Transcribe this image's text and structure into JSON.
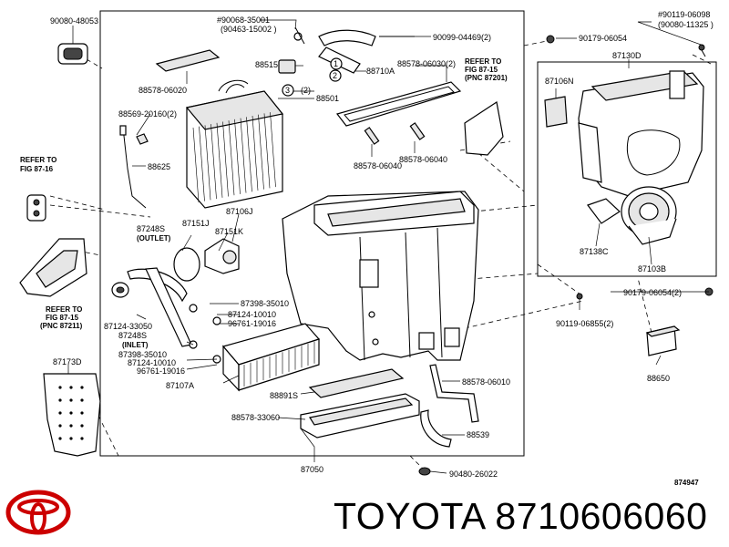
{
  "brand_text": "TOYOTA 8710606060",
  "logo": {
    "name": "toyota-logo",
    "color": "#cc0000",
    "icon": "toyota-emblem-icon"
  },
  "diagram_id": "874947",
  "callouts": {
    "p1": "90080-48053",
    "p2": "#90068-35001",
    "p3": "(90463-15002 )",
    "p4": "90099-04469(2)",
    "p5": "#90119-06098",
    "p6": "(90080-11325 )",
    "p7": "90179-06054",
    "p8": "88515",
    "p9": "88710A",
    "p10": "88578-06030(2)",
    "p11": "(2)",
    "p12": "88501",
    "p13": "88578-06020",
    "p14": "REFER TO",
    "p15": "FIG 87-15",
    "p16": "(PNC 87201)",
    "p17": "87130D",
    "p18": "87106N",
    "p19": "88569-20160(2)",
    "p20": "88625",
    "p21": "88578-06040",
    "p22": "88578-06040",
    "p23": "REFER TO",
    "p24": "FIG 87-16",
    "p25": "87248S",
    "p26": "(OUTLET)",
    "p27": "87151J",
    "p28": "87106J",
    "p29": "87151K",
    "p30": "87138C",
    "p31": "87103B",
    "p32": "REFER TO",
    "p33": "FIG 87-15",
    "p34": "(PNC 87211)",
    "p35": "87398-35010",
    "p36": "87124-10010",
    "p37": "96761-19016",
    "p38": "90179-06054(2)",
    "p39": "90119-06855(2)",
    "p40": "87124-33050",
    "p41": "87248S",
    "p42": "(INLET)",
    "p43": "87398-35010",
    "p44": "87124-10010",
    "p45": "96761-19016",
    "p46": "88650",
    "p47": "87173D",
    "p48": "87107A",
    "p49": "88891S",
    "p50": "88578-06010",
    "p51": "88578-33060",
    "p52": "88539",
    "p53": "87050",
    "p54": "90480-26022",
    "p55": "874947"
  },
  "markers": {
    "m1": "1",
    "m2": "2",
    "m3": "3"
  }
}
